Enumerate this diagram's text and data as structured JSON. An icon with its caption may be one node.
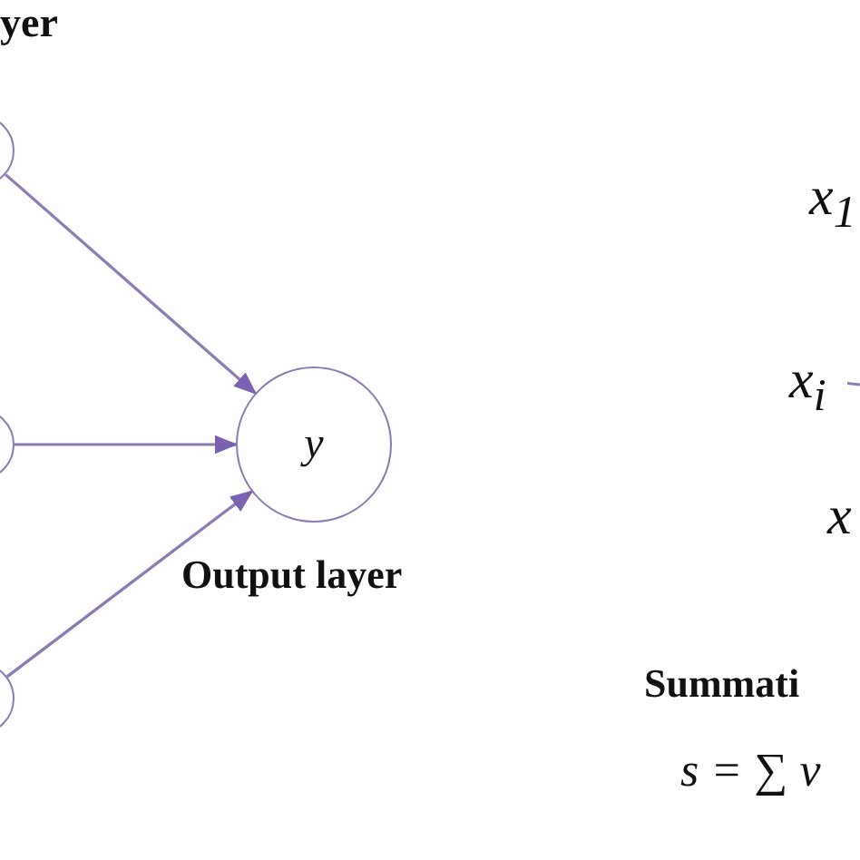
{
  "diagram": {
    "nodes": [
      {
        "text": [],
        "shape": "circle"
      },
      {
        "text": [],
        "shape": "circle"
      },
      {
        "text": [],
        "shape": "circle"
      },
      {
        "text": [
          "y"
        ],
        "beside": [
          "Output layer"
        ]
      },
      {
        "text": [
          "x$_{i}$"
        ]
      }
    ],
    "edges": [
      {
        "from": 0,
        "to": 3,
        "arrow": "to"
      },
      {
        "from": 1,
        "to": 3,
        "arrow": "to"
      },
      {
        "from": 2,
        "to": 3,
        "arrow": "to"
      },
      {
        "from": 4,
        "to": null,
        "arrow": "none"
      }
    ],
    "labels": [
      "yer",
      "x$_{1}$",
      "x",
      "Summati",
      "s = ∑ v"
    ]
  }
}
